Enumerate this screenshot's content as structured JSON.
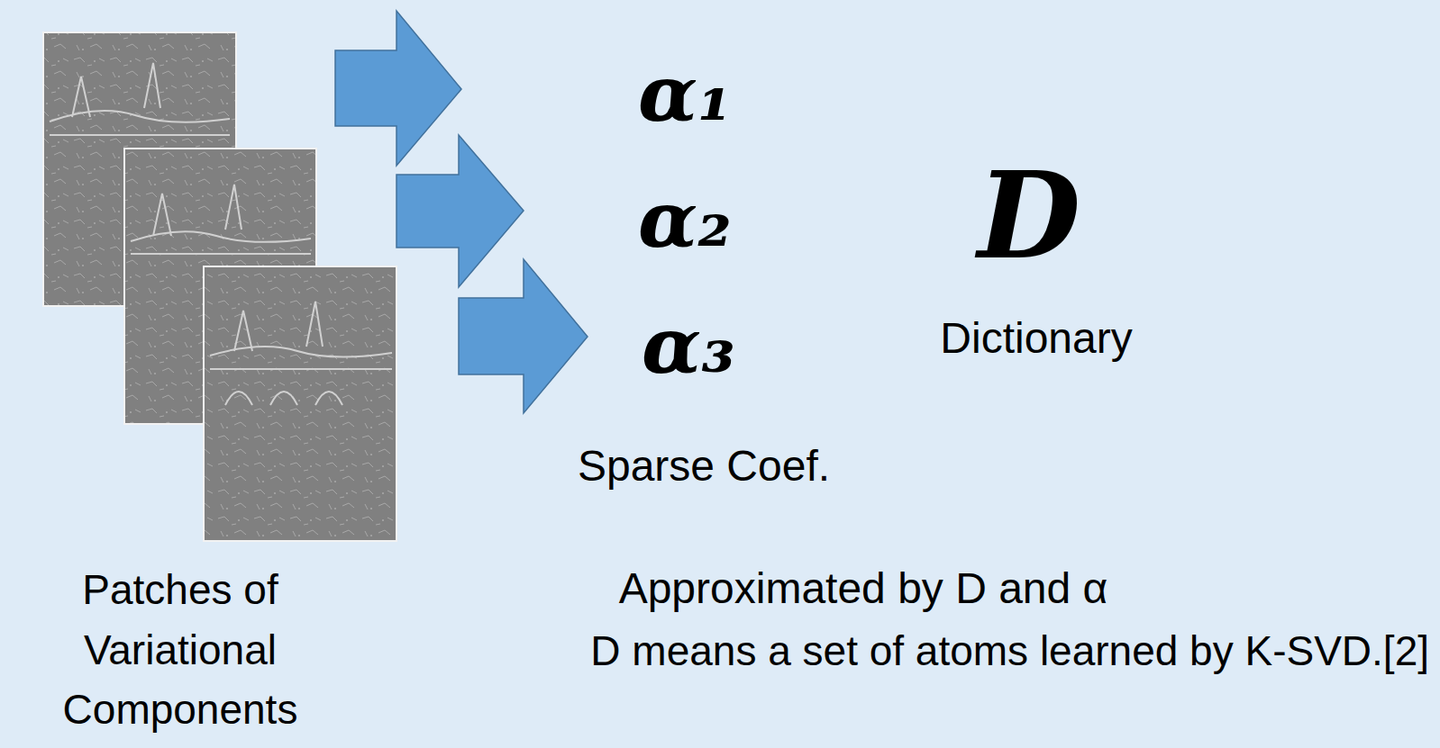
{
  "diagram": {
    "labels": [
      "α₁",
      "α₂",
      "α₃",
      "D",
      "Dictionary",
      "Sparse Coef.",
      "Patches of Variational Components",
      "Approximated by D and α",
      "D means a set of atoms learned by K-SVD.[2]"
    ]
  }
}
